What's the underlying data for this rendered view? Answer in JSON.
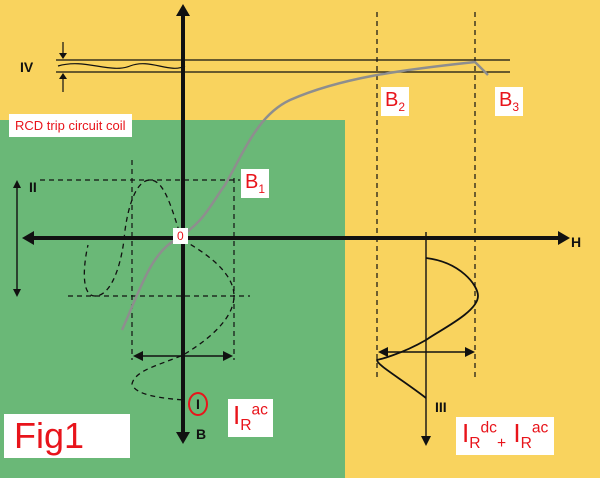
{
  "labels": {
    "coil": "RCD trip circuit coil",
    "b1_main": "B",
    "b1_sub": "1",
    "b2_main": "B",
    "b2_sub": "2",
    "b3_main": "B",
    "b3_sub": "3",
    "origin": "0",
    "axis_h": "H",
    "axis_b": "B",
    "region_I": "I",
    "region_II": "II",
    "region_III": "III",
    "region_IV": "IV",
    "irac_main": "I",
    "irac_sub": "R",
    "irac_sup": "ac",
    "irdc_main1": "I",
    "irdc_sub1": "R",
    "irdc_sup1": "dc",
    "irdc_plus": "+",
    "irdc_main2": "I",
    "irdc_sub2": "R",
    "irdc_sup2": "ac",
    "fig": "Fig1"
  },
  "colors": {
    "background": "#f9d35e",
    "green_region": "#6ab877",
    "label_text": "#e8141b",
    "curve": "#8e8e8e",
    "axis": "#111111"
  }
}
